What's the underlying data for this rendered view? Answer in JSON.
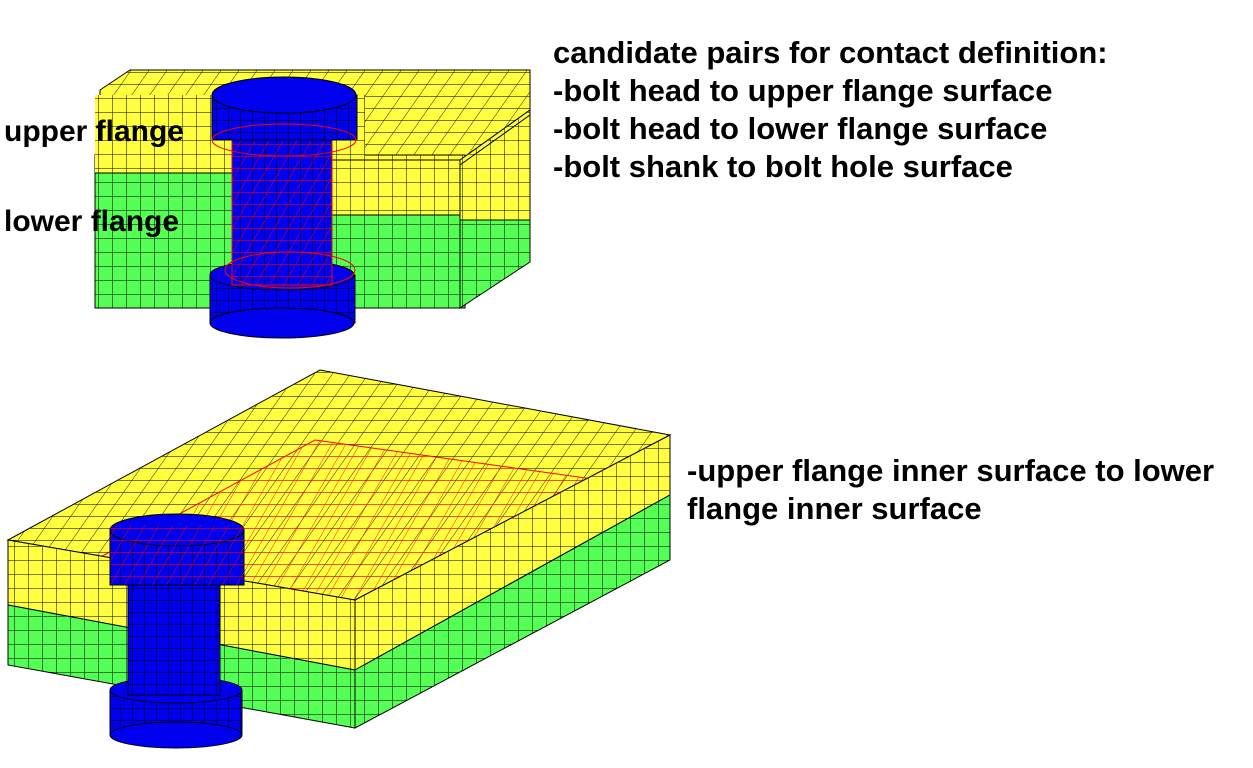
{
  "labels": {
    "upper_flange": "upper flange",
    "lower_flange": "lower flange"
  },
  "contact_notes": {
    "heading": "candidate pairs for contact definition:",
    "items": [
      "-bolt head to upper flange surface",
      "-bolt head to lower flange surface",
      "-bolt shank to bolt hole surface"
    ],
    "inner_surface_line1": "-upper flange inner surface to lower",
    "inner_surface_line2": "flange inner surface"
  },
  "colors": {
    "upper_flange": "#ffff40",
    "lower_flange": "#55ff55",
    "bolt": "#0000ee",
    "contact_surface": "#ff0000",
    "mesh_lines": "#000000"
  }
}
